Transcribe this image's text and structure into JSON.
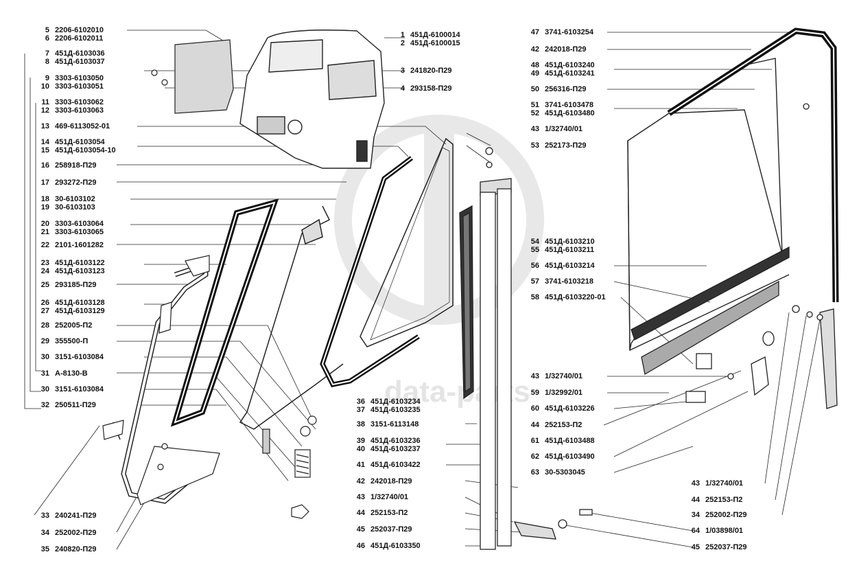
{
  "watermark": "data-parts",
  "left_column": [
    {
      "num": "5",
      "code": "2206-6102010"
    },
    {
      "num": "6",
      "code": "2206-6102011"
    },
    {
      "num": "7",
      "code": "451Д-6103036"
    },
    {
      "num": "8",
      "code": "451Д-6103037"
    },
    {
      "num": "9",
      "code": "3303-6103050"
    },
    {
      "num": "10",
      "code": "3303-6103051"
    },
    {
      "num": "11",
      "code": "3303-6103062"
    },
    {
      "num": "12",
      "code": "3303-6103063"
    },
    {
      "num": "13",
      "code": "469-6113052-01"
    },
    {
      "num": "14",
      "code": "451Д-6103054"
    },
    {
      "num": "15",
      "code": "451Д-6103054-10"
    },
    {
      "num": "16",
      "code": "258918-П29"
    },
    {
      "num": "17",
      "code": "293272-П29"
    },
    {
      "num": "18",
      "code": "30-6103102"
    },
    {
      "num": "19",
      "code": "30-6103103"
    },
    {
      "num": "20",
      "code": "3303-6103064"
    },
    {
      "num": "21",
      "code": "3303-6103065"
    },
    {
      "num": "22",
      "code": "2101-1601282"
    },
    {
      "num": "23",
      "code": "451Д-6103122"
    },
    {
      "num": "24",
      "code": "451Д-6103123"
    },
    {
      "num": "25",
      "code": "293185-П29"
    },
    {
      "num": "26",
      "code": "451Д-6103128"
    },
    {
      "num": "27",
      "code": "451Д-6103129"
    },
    {
      "num": "28",
      "code": "252005-П2"
    },
    {
      "num": "29",
      "code": "355500-П"
    },
    {
      "num": "30",
      "code": "3151-6103084"
    },
    {
      "num": "31",
      "code": "А-8130-В"
    },
    {
      "num": "30",
      "code": "3151-6103084"
    },
    {
      "num": "32",
      "code": "250511-П29"
    },
    {
      "num": "33",
      "code": "240241-П29"
    },
    {
      "num": "34",
      "code": "252002-П29"
    },
    {
      "num": "35",
      "code": "240820-П29"
    }
  ],
  "middle_top": [
    {
      "num": "1",
      "code": "451Д-6100014"
    },
    {
      "num": "2",
      "code": "451Д-6100015"
    },
    {
      "num": "3",
      "code": "241820-П29"
    },
    {
      "num": "4",
      "code": "293158-П29"
    },
    {
      "num": "43",
      "code": "1/32740/01"
    },
    {
      "num": "53",
      "code": "252173-П29"
    }
  ],
  "middle_bottom": [
    {
      "num": "36",
      "code": "451Д-6103234"
    },
    {
      "num": "37",
      "code": "451Д-6103235"
    },
    {
      "num": "38",
      "code": "3151-6113148"
    },
    {
      "num": "39",
      "code": "451Д-6103236"
    },
    {
      "num": "40",
      "code": "451Д-6103237"
    },
    {
      "num": "41",
      "code": "451Д-6103422"
    },
    {
      "num": "42",
      "code": "242018-П29"
    },
    {
      "num": "43",
      "code": "1/32740/01"
    },
    {
      "num": "44",
      "code": "252153-П2"
    },
    {
      "num": "45",
      "code": "252037-П29"
    },
    {
      "num": "46",
      "code": "451Д-6103350"
    }
  ],
  "right_column": [
    {
      "num": "47",
      "code": "3741-6103254"
    },
    {
      "num": "42",
      "code": "242018-П29"
    },
    {
      "num": "48",
      "code": "451Д-6103240"
    },
    {
      "num": "49",
      "code": "451Д-6103241"
    },
    {
      "num": "50",
      "code": "256316-П29"
    },
    {
      "num": "51",
      "code": "3741-6103478"
    },
    {
      "num": "52",
      "code": "451Д-6103480"
    },
    {
      "num": "54",
      "code": "451Д-6103210"
    },
    {
      "num": "55",
      "code": "451Д-6103211"
    },
    {
      "num": "56",
      "code": "451Д-6103214"
    },
    {
      "num": "57",
      "code": "3741-6103218"
    },
    {
      "num": "58",
      "code": "451Д-6103220-01"
    },
    {
      "num": "43",
      "code": "1/32740/01"
    },
    {
      "num": "59",
      "code": "1/32992/01"
    },
    {
      "num": "60",
      "code": "451Д-6103226"
    },
    {
      "num": "44",
      "code": "252153-П2"
    },
    {
      "num": "61",
      "code": "451Д-6103488"
    },
    {
      "num": "62",
      "code": "451Д-6103490"
    },
    {
      "num": "63",
      "code": "30-5303045"
    }
  ],
  "right_bottom": [
    {
      "num": "43",
      "code": "1/32740/01"
    },
    {
      "num": "44",
      "code": "252153-П2"
    },
    {
      "num": "34",
      "code": "252002-П29"
    },
    {
      "num": "64",
      "code": "1/03898/01"
    },
    {
      "num": "45",
      "code": "252037-П29"
    }
  ]
}
